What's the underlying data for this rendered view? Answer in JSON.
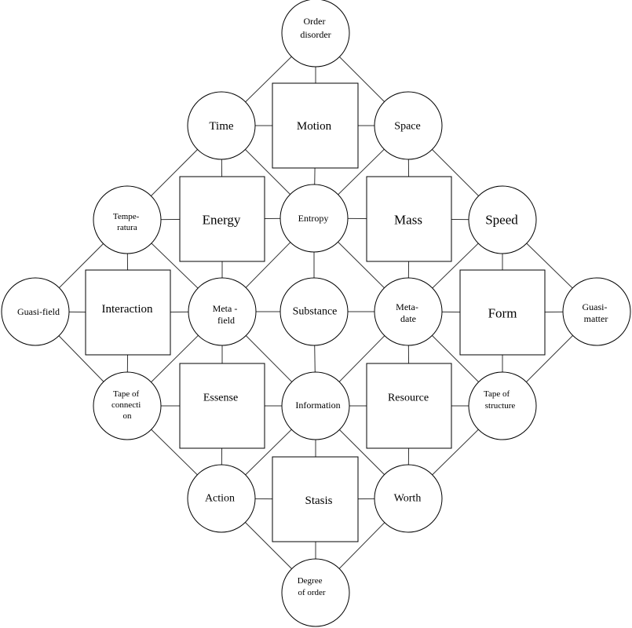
{
  "nodes": {
    "order_disorder": [
      "Order",
      "disorder"
    ],
    "time": [
      "Time"
    ],
    "motion": [
      "Motion"
    ],
    "space": [
      "Space"
    ],
    "temperatura": [
      "Tempe-",
      "ratura"
    ],
    "energy": [
      "Energy"
    ],
    "entropy": [
      "Entropy"
    ],
    "mass": [
      "Mass"
    ],
    "speed": [
      "Speed"
    ],
    "guasi_field": [
      "Guasi-field"
    ],
    "interaction": [
      "Interaction"
    ],
    "meta_field": [
      "Meta -",
      "field"
    ],
    "substance": [
      "Substance"
    ],
    "meta_date": [
      "Meta-",
      "date"
    ],
    "form": [
      "Form"
    ],
    "guasi_matter": [
      "Guasi-",
      "matter"
    ],
    "tape_connection": [
      "Tape of",
      "connecti",
      "on"
    ],
    "essense": [
      "Essense"
    ],
    "information": [
      "Information"
    ],
    "resource": [
      "Resource"
    ],
    "tape_structure": [
      "Tape of",
      "structure"
    ],
    "action": [
      "Action"
    ],
    "stasis": [
      "Stasis"
    ],
    "worth": [
      "Worth"
    ],
    "degree_order": [
      "Degree",
      "of order"
    ]
  }
}
